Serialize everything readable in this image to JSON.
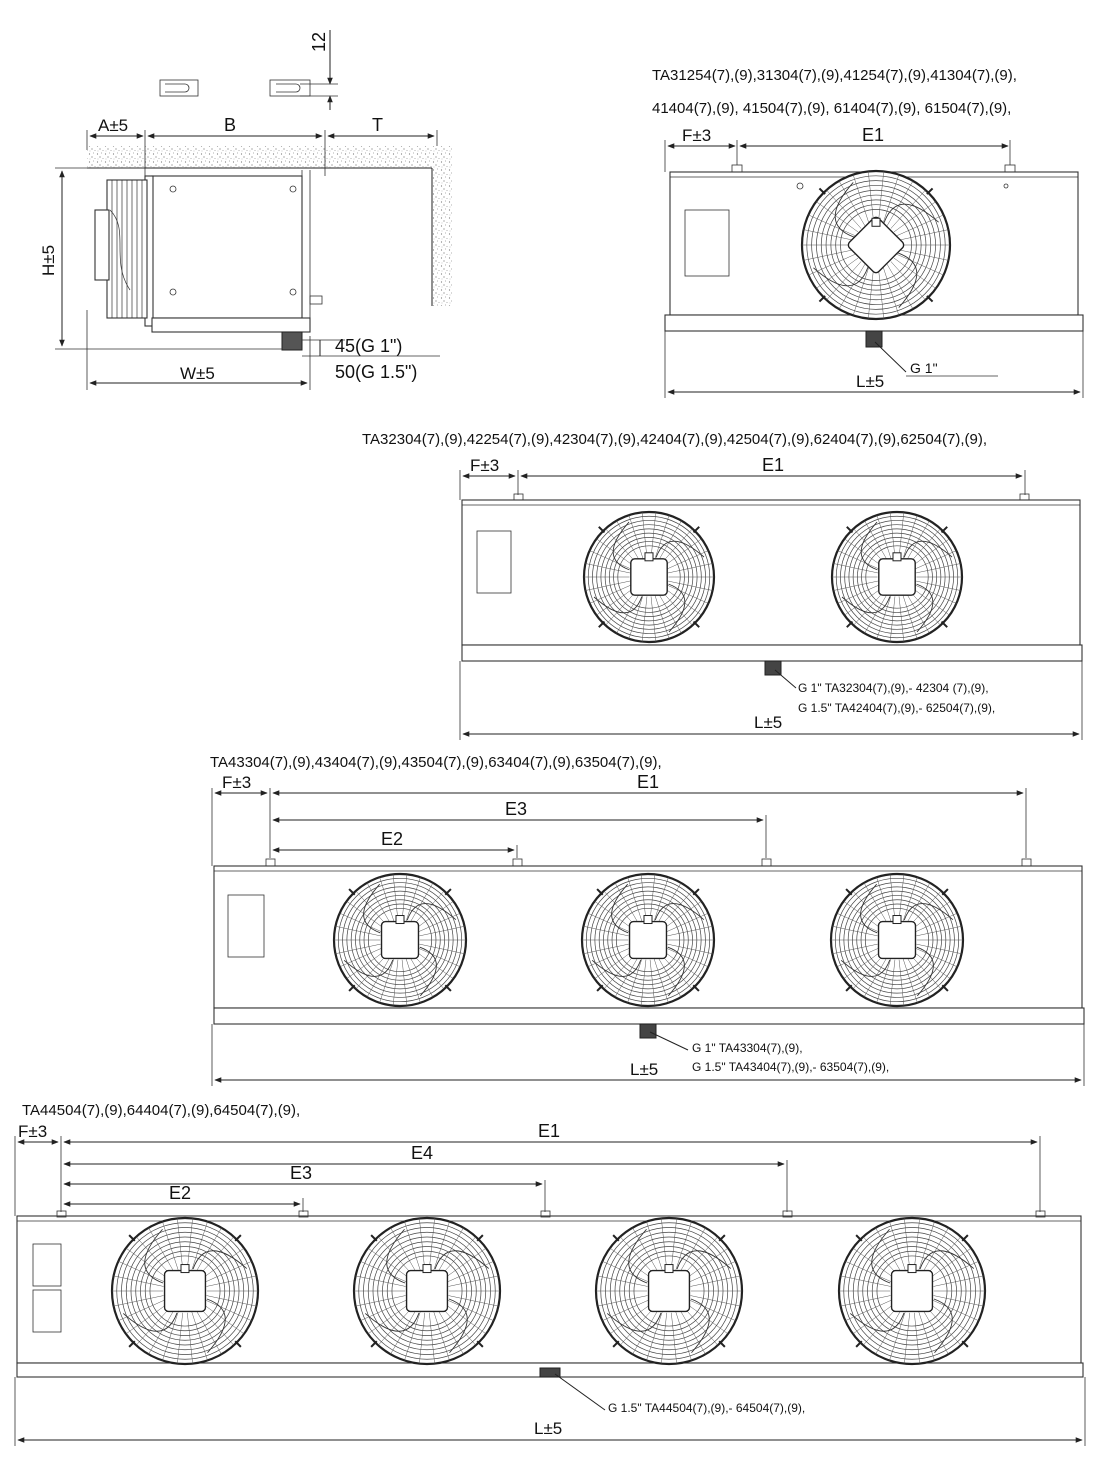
{
  "side_view": {
    "dim_top": "12",
    "dim_a": "A±5",
    "dim_b": "B",
    "dim_t": "T",
    "dim_h": "H±5",
    "dim_w": "W±5",
    "drain_1": "45(G 1\")",
    "drain_2": "50(G 1.5\")"
  },
  "unit1": {
    "title_line1": "TA31254(7),(9),31304(7),(9),41254(7),(9),41304(7),(9),",
    "title_line2": "41404(7),(9), 41504(7),(9), 61404(7),(9), 61504(7),(9),",
    "dim_f": "F±3",
    "dim_e1": "E1",
    "drain_label": "G 1\"",
    "dim_l": "L±5"
  },
  "unit2": {
    "title": "TA32304(7),(9),42254(7),(9),42304(7),(9),42404(7),(9),42504(7),(9),62404(7),(9),62504(7),(9),",
    "dim_f": "F±3",
    "dim_e1": "E1",
    "drain_label_1": "G 1\" TA32304(7),(9),- 42304 (7),(9),",
    "drain_label_2": "G 1.5\" TA42404(7),(9),- 62504(7),(9),",
    "dim_l": "L±5"
  },
  "unit3": {
    "title": "TA43304(7),(9),43404(7),(9),43504(7),(9),63404(7),(9),63504(7),(9),",
    "dim_f": "F±3",
    "dim_e1": "E1",
    "dim_e3": "E3",
    "dim_e2": "E2",
    "drain_label_1": "G 1\" TA43304(7),(9),",
    "drain_label_2": "G 1.5\" TA43404(7),(9),- 63504(7),(9),",
    "dim_l": "L±5"
  },
  "unit4": {
    "title": "TA44504(7),(9),64404(7),(9),64504(7),(9),",
    "dim_f": "F±3",
    "dim_e1": "E1",
    "dim_e4": "E4",
    "dim_e3": "E3",
    "dim_e2": "E2",
    "drain_label": "G 1.5\" TA44504(7),(9),- 64504(7),(9),",
    "dim_l": "L±5"
  }
}
